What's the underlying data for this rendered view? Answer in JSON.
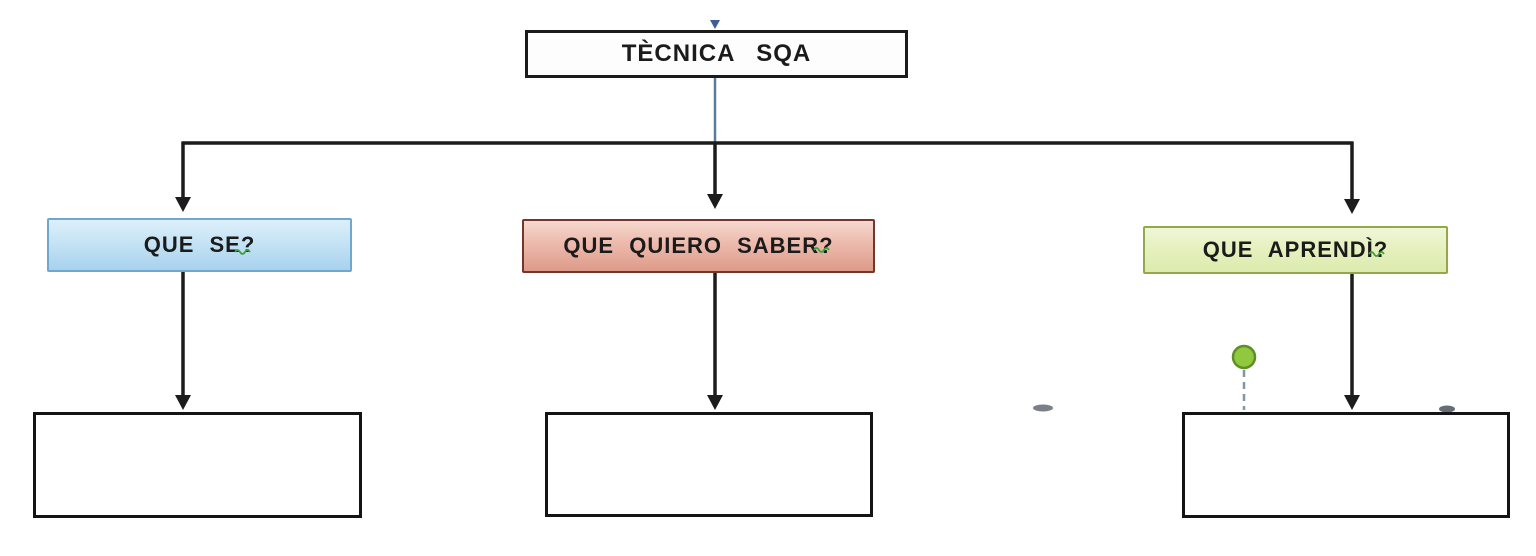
{
  "diagram": {
    "title": {
      "label": "TÈCNICA SQA"
    },
    "branches": [
      {
        "label": "QUE SE?",
        "fill": "#bfdff4",
        "border_color": "#6fa7cd",
        "answer": ""
      },
      {
        "label": "QUE QUIERO SABER?",
        "fill": "#e9b2a3",
        "border_color": "#73362a",
        "answer": ""
      },
      {
        "label": "QUE APRENDÌ?",
        "fill": "#e4efbb",
        "border_color": "#93a84b",
        "answer": ""
      }
    ],
    "connector_color": "#1c1c1c",
    "stem_color": "#5b7b98",
    "spellcheck_squiggle_color": "#3fa03c",
    "rotate_handle": {
      "fill": "#90c83e",
      "border_color": "#5f8d28"
    }
  }
}
